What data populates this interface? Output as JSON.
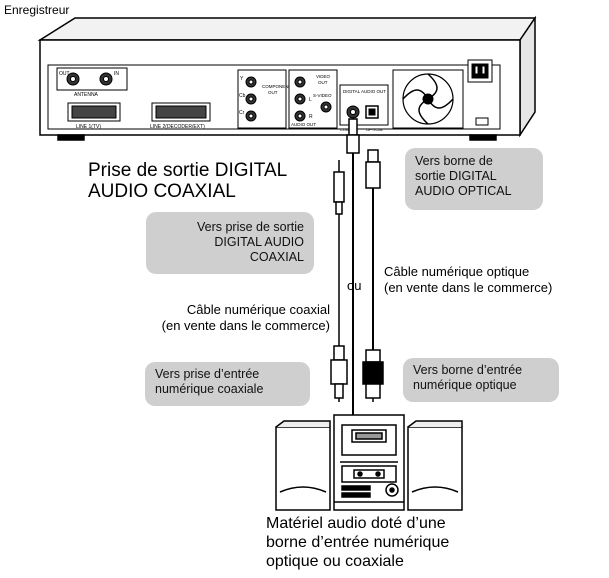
{
  "recorder_title": "Enregistreur",
  "panel": {
    "out": "OUT",
    "in": "IN",
    "antenna": "ANTENNA",
    "line_tv": "LINE 1(TV)",
    "line_decoder": "LINE 2(DECODER/EXT)",
    "y": "Y",
    "cb": "Cb",
    "cr": "Cr",
    "component_out": "COMPONENT\nOUT",
    "video_out": "VIDEO\nOUT",
    "l": "L",
    "r": "R",
    "s_video": "S-VIDEO",
    "audio_out": "AUDIO OUT",
    "digital_audio_out": "DIGITAL AUDIO OUT",
    "coaxial": "COAXIAL",
    "optical": "OPTICAL"
  },
  "coaxial_jack_caption": "Prise de sortie DIGITAL\nAUDIO COAXIAL",
  "bubble_coax_out": "Vers prise de sortie\nDIGITAL AUDIO\nCOAXIAL",
  "bubble_optical_out": "Vers borne de\nsortie DIGITAL\nAUDIO OPTICAL",
  "or_label": "ou",
  "optical_cable_label": "Câble numérique optique\n(en vente dans le commerce)",
  "coaxial_cable_label": "Câble numérique coaxial\n(en vente dans le commerce)",
  "bubble_coax_in": "Vers prise d’entrée\nnumérique coaxiale",
  "bubble_optical_in": "Vers borne d’entrée\nnumérique optique",
  "equipment_caption": "Matériel audio doté d’une\nborne d’entrée numérique\noptique ou coaxiale",
  "colors": {
    "bubble": "#cfcfcf",
    "line": "#000000",
    "panel": "#ffffff"
  }
}
